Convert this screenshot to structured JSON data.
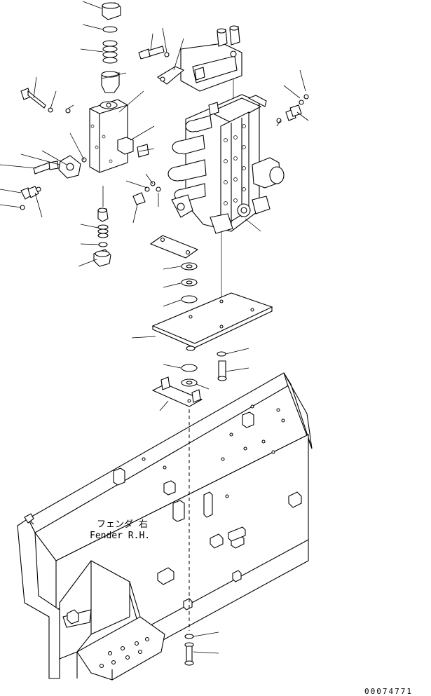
{
  "drawing": {
    "fender_label_jp": "フェンダ 右",
    "fender_label_en": "Fender R.H.",
    "drawing_number": "00074771"
  }
}
